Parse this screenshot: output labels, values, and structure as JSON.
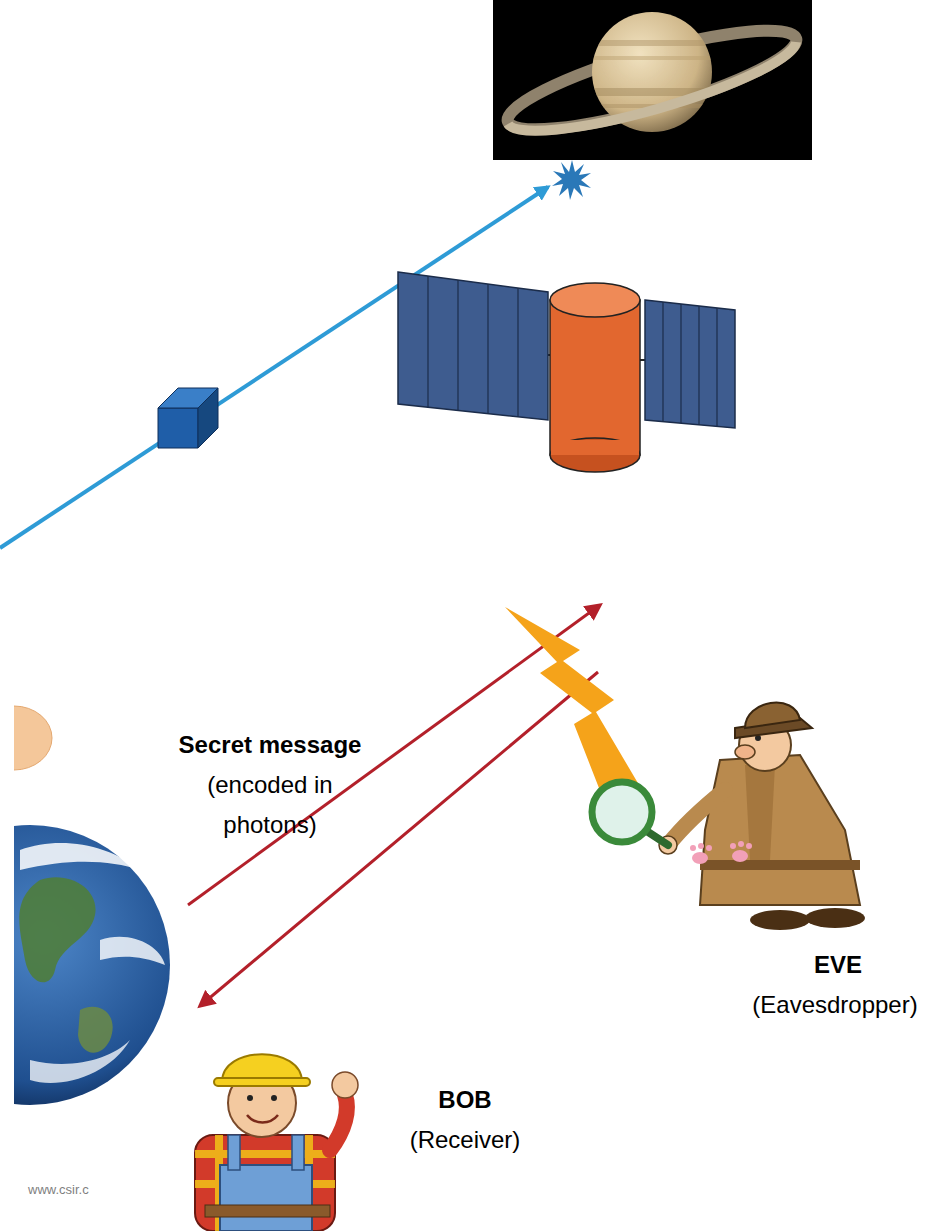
{
  "diagram": {
    "labels": [
      "Secret message",
      "(encoded in photons)",
      "EVE",
      "(Eavesdropper)",
      "BOB",
      "(Receiver)",
      "www.csir.c"
    ]
  }
}
